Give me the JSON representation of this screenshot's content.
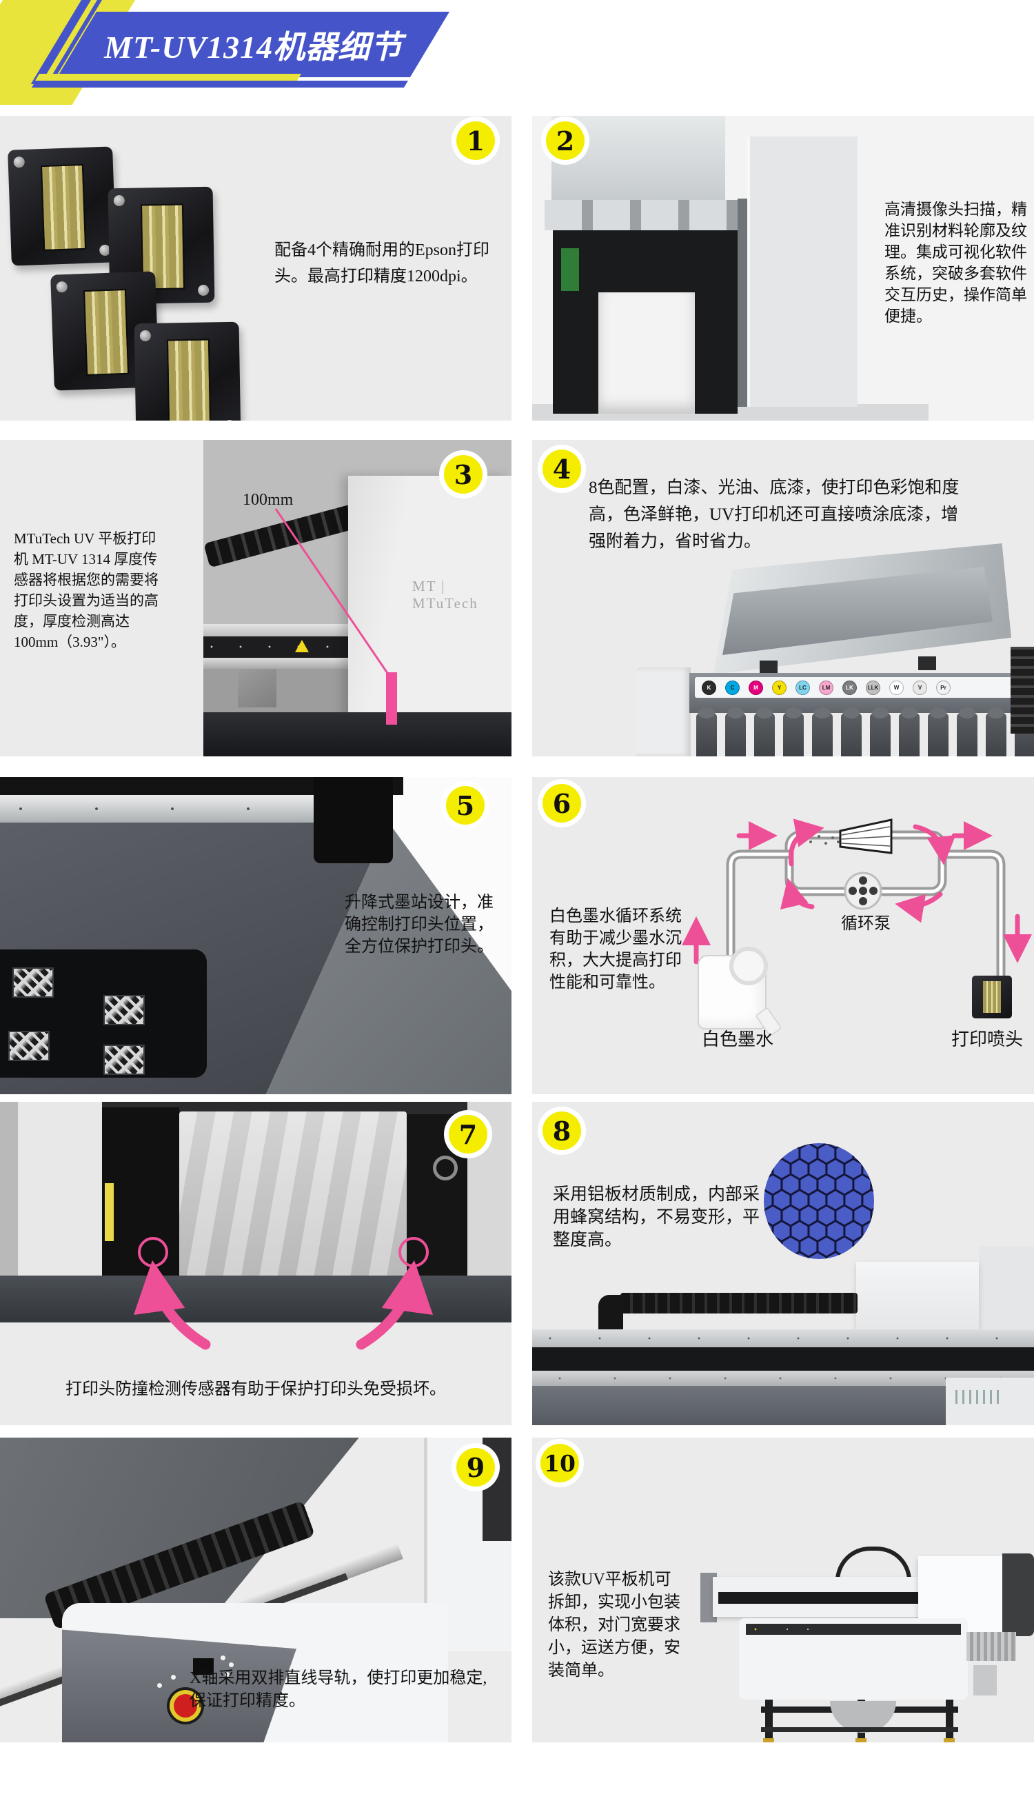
{
  "header": {
    "title": "MT-UV1314机器细节"
  },
  "colors": {
    "banner_blue": "#4554c8",
    "banner_yellow": "#e9e43c",
    "badge_yellow": "#f5ed00",
    "accent_pink": "#ee5097",
    "honeycomb_blue": "#4a5cc5"
  },
  "sections": [
    {
      "number": "1",
      "lines": [
        "配备4个精确耐用的Epson打印",
        "头。最高打印精度1200dpi。"
      ]
    },
    {
      "number": "2",
      "lines": [
        "高清摄像头扫描，精",
        "准识别材料轮廓及纹",
        "理。集成可视化软件",
        "系统，突破多套软件",
        "交互历史，操作简单",
        "便捷。"
      ]
    },
    {
      "number": "3",
      "lines": [
        "MTuTech UV 平板打印",
        "机 MT-UV 1314 厚度传",
        "感器将根据您的需要将",
        "打印头设置为适当的高",
        "度，厚度检测高达",
        "100mm（3.93\"）。"
      ],
      "photo_label": "100mm",
      "brand": "MT | MTuTech"
    },
    {
      "number": "4",
      "lines": [
        "8色配置，白漆、光油、底漆，使打印色彩饱和度",
        "高，色泽鲜艳，UV打印机还可直接喷涂底漆，增",
        "强附着力，省时省力。"
      ],
      "ink_channels": [
        {
          "label": "K",
          "color": "#2b2b2b"
        },
        {
          "label": "C",
          "color": "#00a7e1"
        },
        {
          "label": "M",
          "color": "#e5007e"
        },
        {
          "label": "Y",
          "color": "#f5e003"
        },
        {
          "label": "LC",
          "color": "#7fd4ee"
        },
        {
          "label": "LM",
          "color": "#f7a8cc"
        },
        {
          "label": "LK",
          "color": "#7c7c7c"
        },
        {
          "label": "LLK",
          "color": "#c0c0c0"
        },
        {
          "label": "W",
          "color": "#ffffff"
        },
        {
          "label": "V",
          "color": "#e8e8e8"
        },
        {
          "label": "Pr",
          "color": "#f2f2f2"
        }
      ]
    },
    {
      "number": "5",
      "lines": [
        "升降式墨站设计，准",
        "确控制打印头位置，",
        "全方位保护打印头。"
      ]
    },
    {
      "number": "6",
      "lines": [
        "白色墨水循环系统",
        "有助于减少墨水沉",
        "积，大大提高打印",
        "性能和可靠性。"
      ],
      "labels": {
        "bottle": "白色墨水",
        "pump": "循环泵",
        "head": "打印喷头"
      }
    },
    {
      "number": "7",
      "caption": "打印头防撞检测传感器有助于保护打印头免受损坏。"
    },
    {
      "number": "8",
      "lines": [
        "采用铝板材质制成，内部采",
        "用蜂窝结构，不易变形，平",
        "整度高。"
      ]
    },
    {
      "number": "9",
      "lines": [
        "X轴采用双排直线导轨，使打印更加稳定,",
        "保证打印精度。"
      ]
    },
    {
      "number": "10",
      "lines": [
        "该款UV平板机可",
        "拆卸，实现小包装",
        "体积，对门宽要求",
        "小，运送方便，安",
        "装简单。"
      ]
    }
  ]
}
